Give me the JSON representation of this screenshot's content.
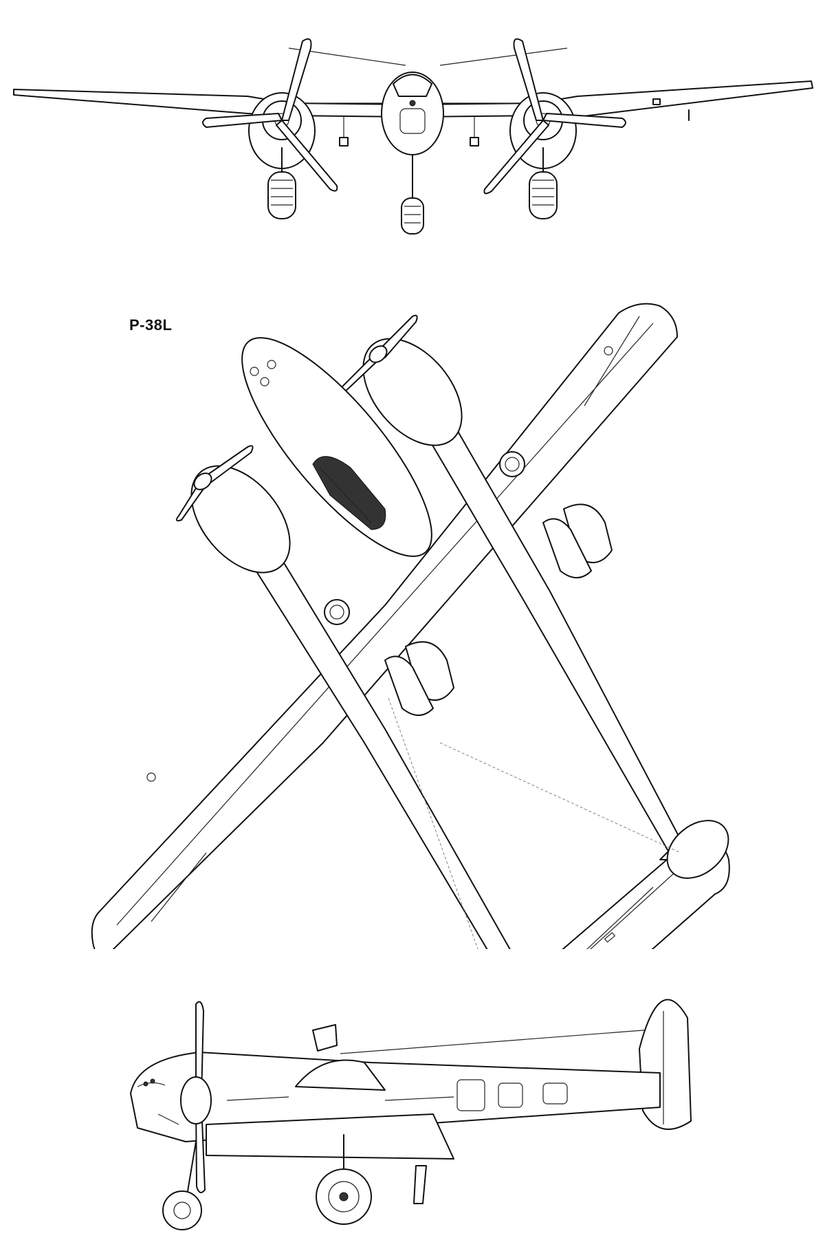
{
  "drawing": {
    "designation": "P-38L",
    "views": [
      "front-view",
      "top-view",
      "side-view"
    ]
  },
  "colors": {
    "line": "#111111",
    "background": "#ffffff"
  }
}
